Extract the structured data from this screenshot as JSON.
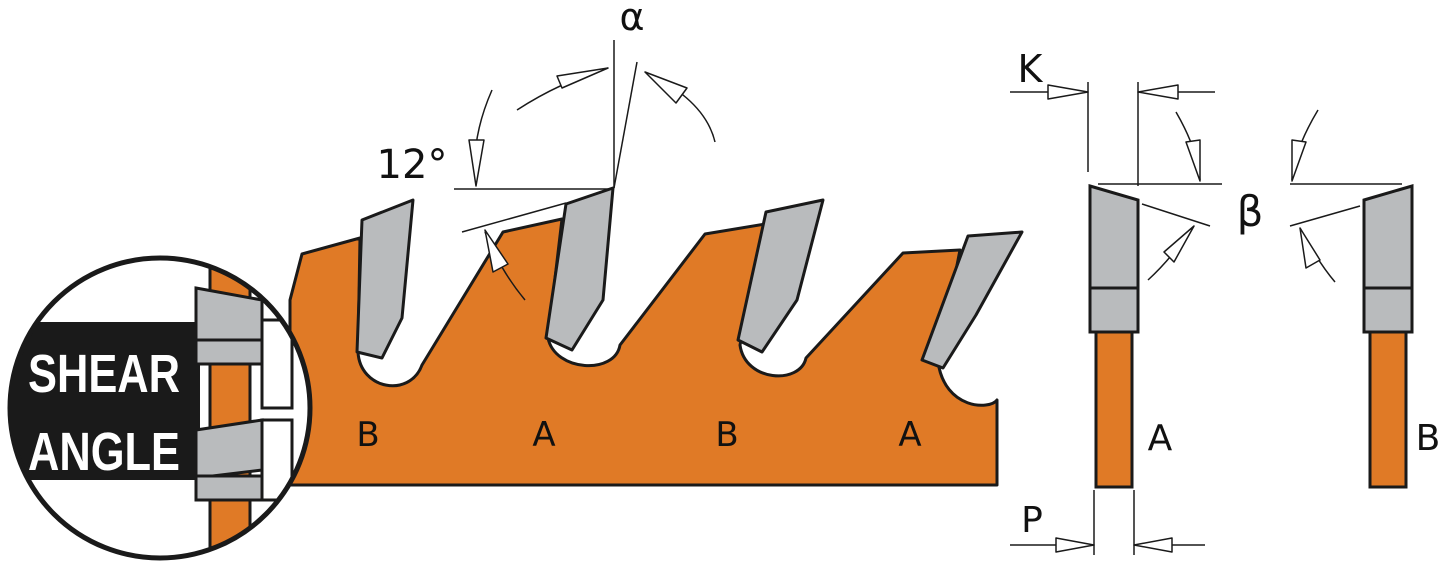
{
  "badge": {
    "line1": "SHEAR",
    "line2": "ANGLE"
  },
  "labels": {
    "alpha": "α",
    "angle": "12°",
    "k": "K",
    "beta": "β",
    "p": "P",
    "teeth": [
      "B",
      "A",
      "B",
      "A"
    ],
    "profile_a": "A",
    "profile_b": "B"
  },
  "colors": {
    "blade": "#e07a26",
    "tooth": "#b9bbbd",
    "outline": "#1a1a1a",
    "badge_bg": "#1a1a1a"
  }
}
